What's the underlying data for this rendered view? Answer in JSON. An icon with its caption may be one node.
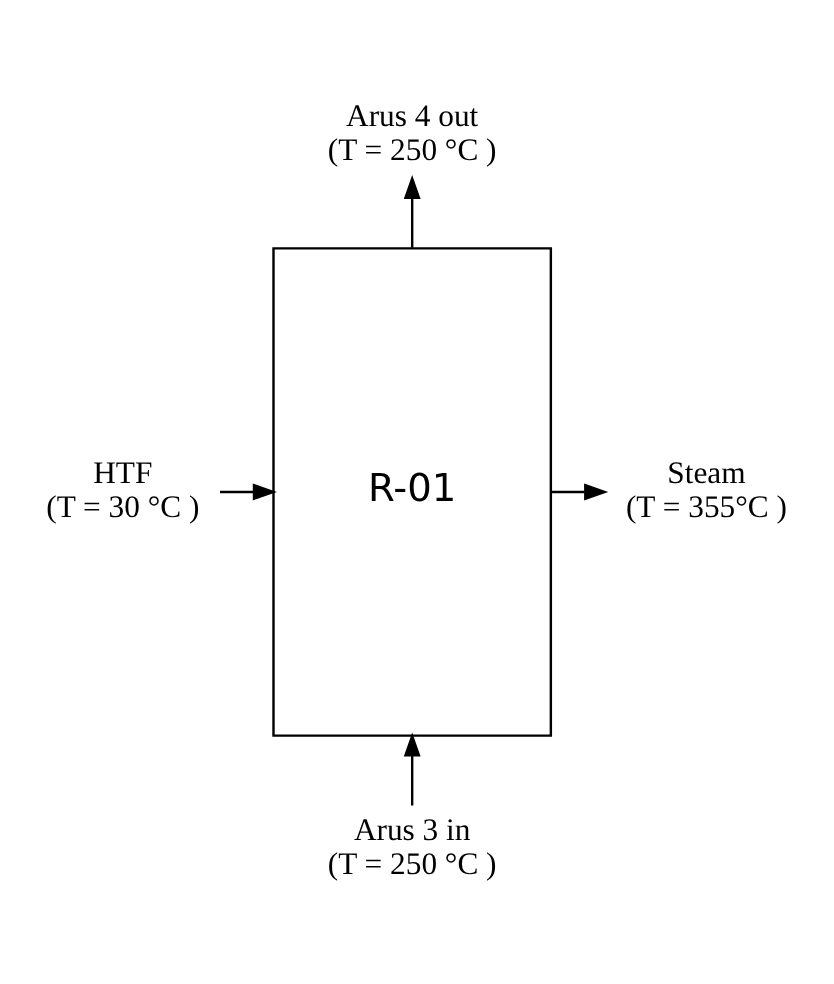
{
  "diagram": {
    "nodes": [
      {
        "text": [
          "R-01"
        ]
      },
      {
        "text": [
          "Arus 4 out",
          "(T = 250 °C )"
        ]
      },
      {
        "text": [
          "HTF",
          "(T = 30 °C )"
        ]
      },
      {
        "text": [
          "Steam",
          "(T = 355°C )"
        ]
      },
      {
        "text": [
          "Arus 3 in",
          "(T = 250 °C )"
        ]
      }
    ],
    "edges": [
      {
        "from": 0,
        "to": 1,
        "arrow": "to"
      },
      {
        "from": 2,
        "to": 0,
        "arrow": "to"
      },
      {
        "from": 0,
        "to": 3,
        "arrow": "to"
      },
      {
        "from": 4,
        "to": 0,
        "arrow": "to"
      }
    ]
  }
}
